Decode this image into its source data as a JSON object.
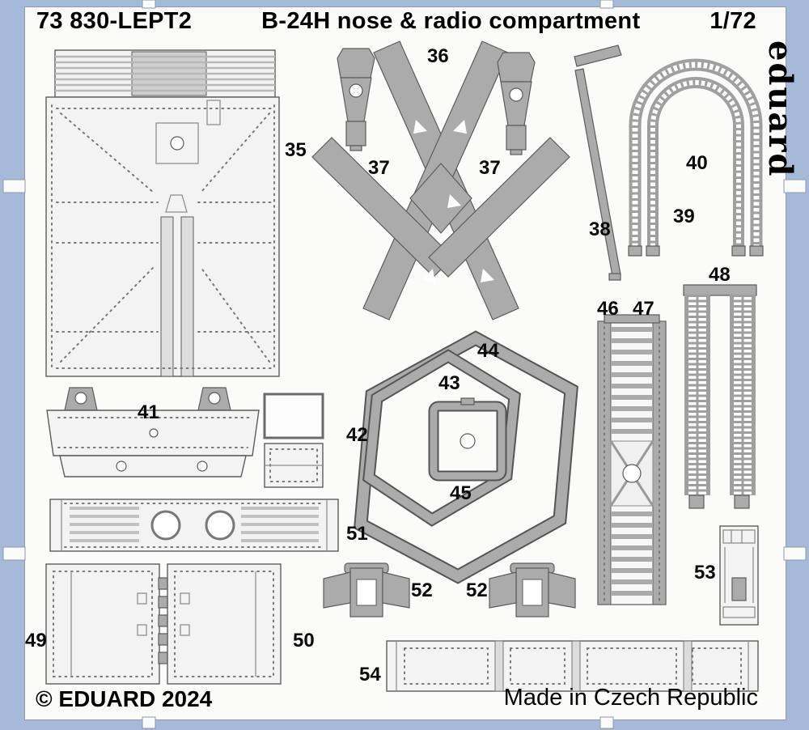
{
  "header": {
    "part_number": "73 830-LEPT2",
    "title": "B-24H nose & radio compartment",
    "scale": "1/72"
  },
  "brand": {
    "logo_text": "eduard"
  },
  "footer": {
    "copyright": "© EDUARD 2024",
    "made_in": "Made in Czech Republic"
  },
  "part_labels": {
    "p35": "35",
    "p36": "36",
    "p37a": "37",
    "p37b": "37",
    "p38": "38",
    "p39": "39",
    "p40": "40",
    "p41": "41",
    "p42": "42",
    "p43": "43",
    "p44": "44",
    "p45": "45",
    "p46": "46",
    "p47": "47",
    "p48": "48",
    "p49": "49",
    "p50": "50",
    "p51": "51",
    "p52a": "52",
    "p52b": "52",
    "p53": "53",
    "p54": "54"
  },
  "colors": {
    "frame_blue": "#a5bad8",
    "sheet_white": "#fbfbfa",
    "part_gray": "#ababab",
    "part_light": "#f3f3f3",
    "outline": "#5c5c5c",
    "text": "#000000"
  }
}
